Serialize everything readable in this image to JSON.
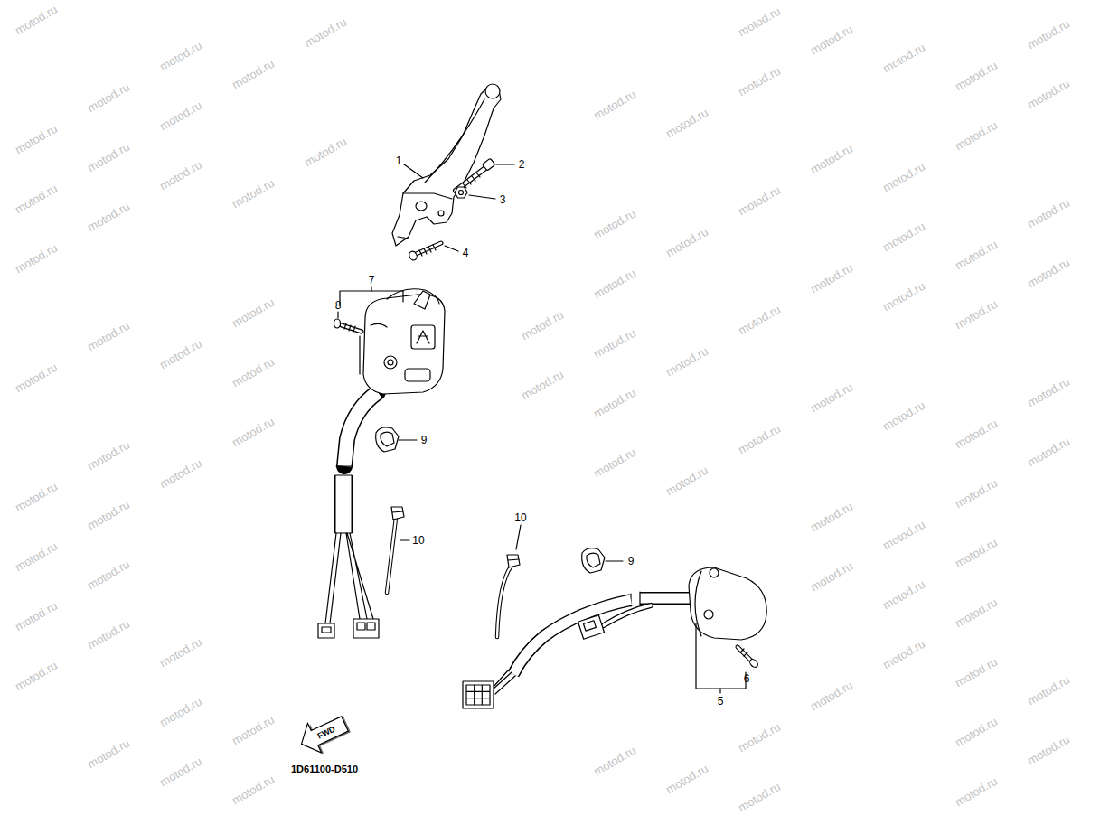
{
  "diagram": {
    "nodes": [
      {
        "text": [
          "FWD"
        ]
      }
    ],
    "labels": [
      "1",
      "2",
      "3",
      "4",
      "7",
      "8",
      "9",
      "10",
      "10",
      "9",
      "6",
      "5",
      "1D61100-D510",
      "motod.ru",
      "motod.ru",
      "motod.ru",
      "motod.ru",
      "motod.ru",
      "motod.ru",
      "motod.ru",
      "motod.ru",
      "motod.ru",
      "motod.ru",
      "motod.ru",
      "motod.ru",
      "motod.ru",
      "motod.ru",
      "motod.ru",
      "motod.ru",
      "motod.ru",
      "motod.ru",
      "motod.ru",
      "motod.ru",
      "motod.ru",
      "motod.ru",
      "motod.ru",
      "motod.ru",
      "motod.ru",
      "motod.ru",
      "motod.ru",
      "motod.ru",
      "motod.ru",
      "motod.ru",
      "motod.ru",
      "motod.ru",
      "motod.ru",
      "motod.ru",
      "motod.ru",
      "motod.ru",
      "motod.ru",
      "motod.ru",
      "motod.ru",
      "motod.ru",
      "motod.ru",
      "motod.ru",
      "motod.ru",
      "motod.ru",
      "motod.ru",
      "motod.ru",
      "motod.ru",
      "motod.ru",
      "motod.ru",
      "motod.ru",
      "motod.ru",
      "motod.ru",
      "motod.ru",
      "motod.ru",
      "motod.ru",
      "motod.ru",
      "motod.ru",
      "motod.ru",
      "motod.ru",
      "motod.ru",
      "motod.ru",
      "motod.ru",
      "motod.ru",
      "motod.ru",
      "motod.ru",
      "motod.ru",
      "motod.ru",
      "motod.ru",
      "motod.ru",
      "motod.ru",
      "motod.ru",
      "motod.ru",
      "motod.ru",
      "motod.ru",
      "motod.ru",
      "motod.ru",
      "motod.ru",
      "motod.ru",
      "motod.ru",
      "motod.ru",
      "motod.ru",
      "motod.ru",
      "motod.ru",
      "motod.ru",
      "motod.ru",
      "motod.ru",
      "motod.ru",
      "motod.ru",
      "motod.ru",
      "motod.ru"
    ]
  }
}
